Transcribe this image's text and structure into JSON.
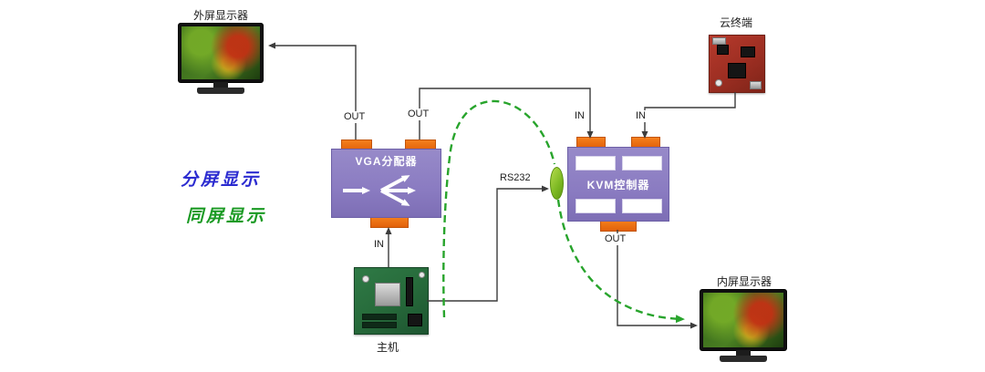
{
  "legend": {
    "split_screen_label": "分屏显示",
    "same_screen_label": "同屏显示"
  },
  "devices": {
    "external_monitor": {
      "label": "外屏显示器"
    },
    "cloud_terminal": {
      "label": "云终端"
    },
    "vga_splitter": {
      "label": "VGA分配器"
    },
    "kvm_controller": {
      "label": "KVM控制器"
    },
    "host": {
      "label": "主机"
    },
    "internal_monitor": {
      "label": "内屏显示器"
    }
  },
  "ports": {
    "vga_out_left": "OUT",
    "vga_out_right": "OUT",
    "vga_in": "IN",
    "kvm_in_left": "IN",
    "kvm_in_right": "IN",
    "kvm_out": "OUT",
    "rs232_label": "RS232"
  },
  "colors": {
    "device_box": "#8a7bc1",
    "connector_orange": "#e8680c",
    "split_screen_text": "#2b2bd0",
    "same_screen_text": "#1b9a24",
    "solid_line": "#3c3c3c",
    "dashed_line": "#28a42c",
    "rs232_connector": "#7cb822"
  }
}
